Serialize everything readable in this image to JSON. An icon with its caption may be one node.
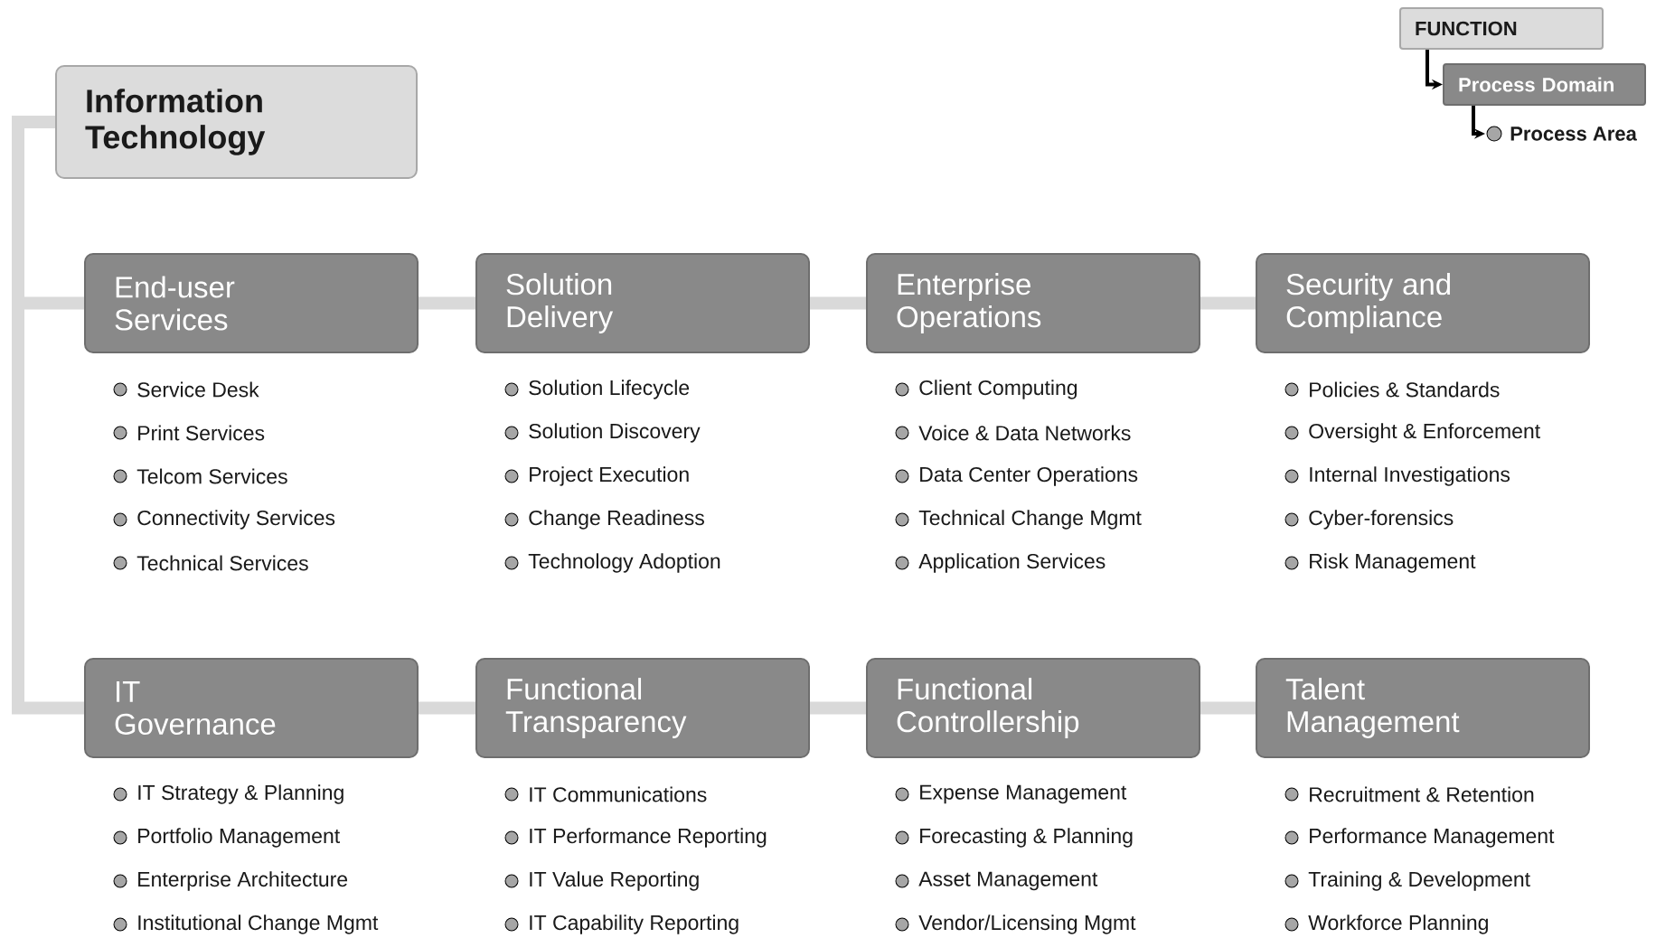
{
  "diagram": {
    "nodes": [
      {
        "text": [
          "Information Technology"
        ]
      },
      {
        "text": [
          "End-user Services"
        ],
        "beside": [
          "Service Desk",
          "Print Services",
          "Telcom Services",
          "Connectivity Services",
          "Technical Services"
        ]
      },
      {
        "text": [
          "Solution Delivery"
        ],
        "beside": [
          "Solution Lifecycle",
          "Solution Discovery",
          "Project Execution",
          "Change Readiness",
          "Technology Adoption"
        ]
      },
      {
        "text": [
          "Enterprise Operations"
        ],
        "beside": [
          "Client Computing",
          "Voice & Data Networks",
          "Data Center Operations",
          "Technical Change Mgmt",
          "Application Services"
        ]
      },
      {
        "text": [
          "Security and Compliance"
        ],
        "beside": [
          "Policies & Standards",
          "Oversight & Enforcement",
          "Internal Investigations",
          "Cyber-forensics",
          "Risk Management"
        ]
      },
      {
        "text": [
          "IT Governance"
        ],
        "beside": [
          "IT Strategy & Planning",
          "Portfolio Management",
          "Enterprise Architecture",
          "Institutional Change Mgmt"
        ]
      },
      {
        "text": [
          "Functional Transparency"
        ],
        "beside": [
          "IT Communications",
          "IT Performance Reporting",
          "IT Value Reporting",
          "IT Capability Reporting"
        ]
      },
      {
        "text": [
          "Functional Controllership"
        ],
        "beside": [
          "Expense Management",
          "Forecasting & Planning",
          "Asset Management",
          "Vendor/Licensing Mgmt"
        ]
      },
      {
        "text": [
          "Talent Management"
        ],
        "beside": [
          "Recruitment & Retention",
          "Performance Management",
          "Training & Development",
          "Workforce Planning"
        ]
      },
      {
        "text": [
          "FUNCTION"
        ]
      },
      {
        "text": [
          "Process Domain"
        ]
      },
      {
        "text": [
          "Process Area"
        ]
      }
    ],
    "edges": [
      {
        "from": 0,
        "to": 1,
        "arrow": "none"
      },
      {
        "from": 1,
        "to": 2,
        "arrow": "none"
      },
      {
        "from": 2,
        "to": 3,
        "arrow": "none"
      },
      {
        "from": 3,
        "to": 4,
        "arrow": "none"
      },
      {
        "from": 0,
        "to": 5,
        "arrow": "none"
      },
      {
        "from": 5,
        "to": 6,
        "arrow": "none"
      },
      {
        "from": 6,
        "to": 7,
        "arrow": "none"
      },
      {
        "from": 7,
        "to": 8,
        "arrow": "none"
      },
      {
        "from": 9,
        "to": 10,
        "arrow": "to",
        "color": "#000000"
      },
      {
        "from": 10,
        "to": 11,
        "arrow": "to",
        "color": "#000000"
      }
    ]
  }
}
